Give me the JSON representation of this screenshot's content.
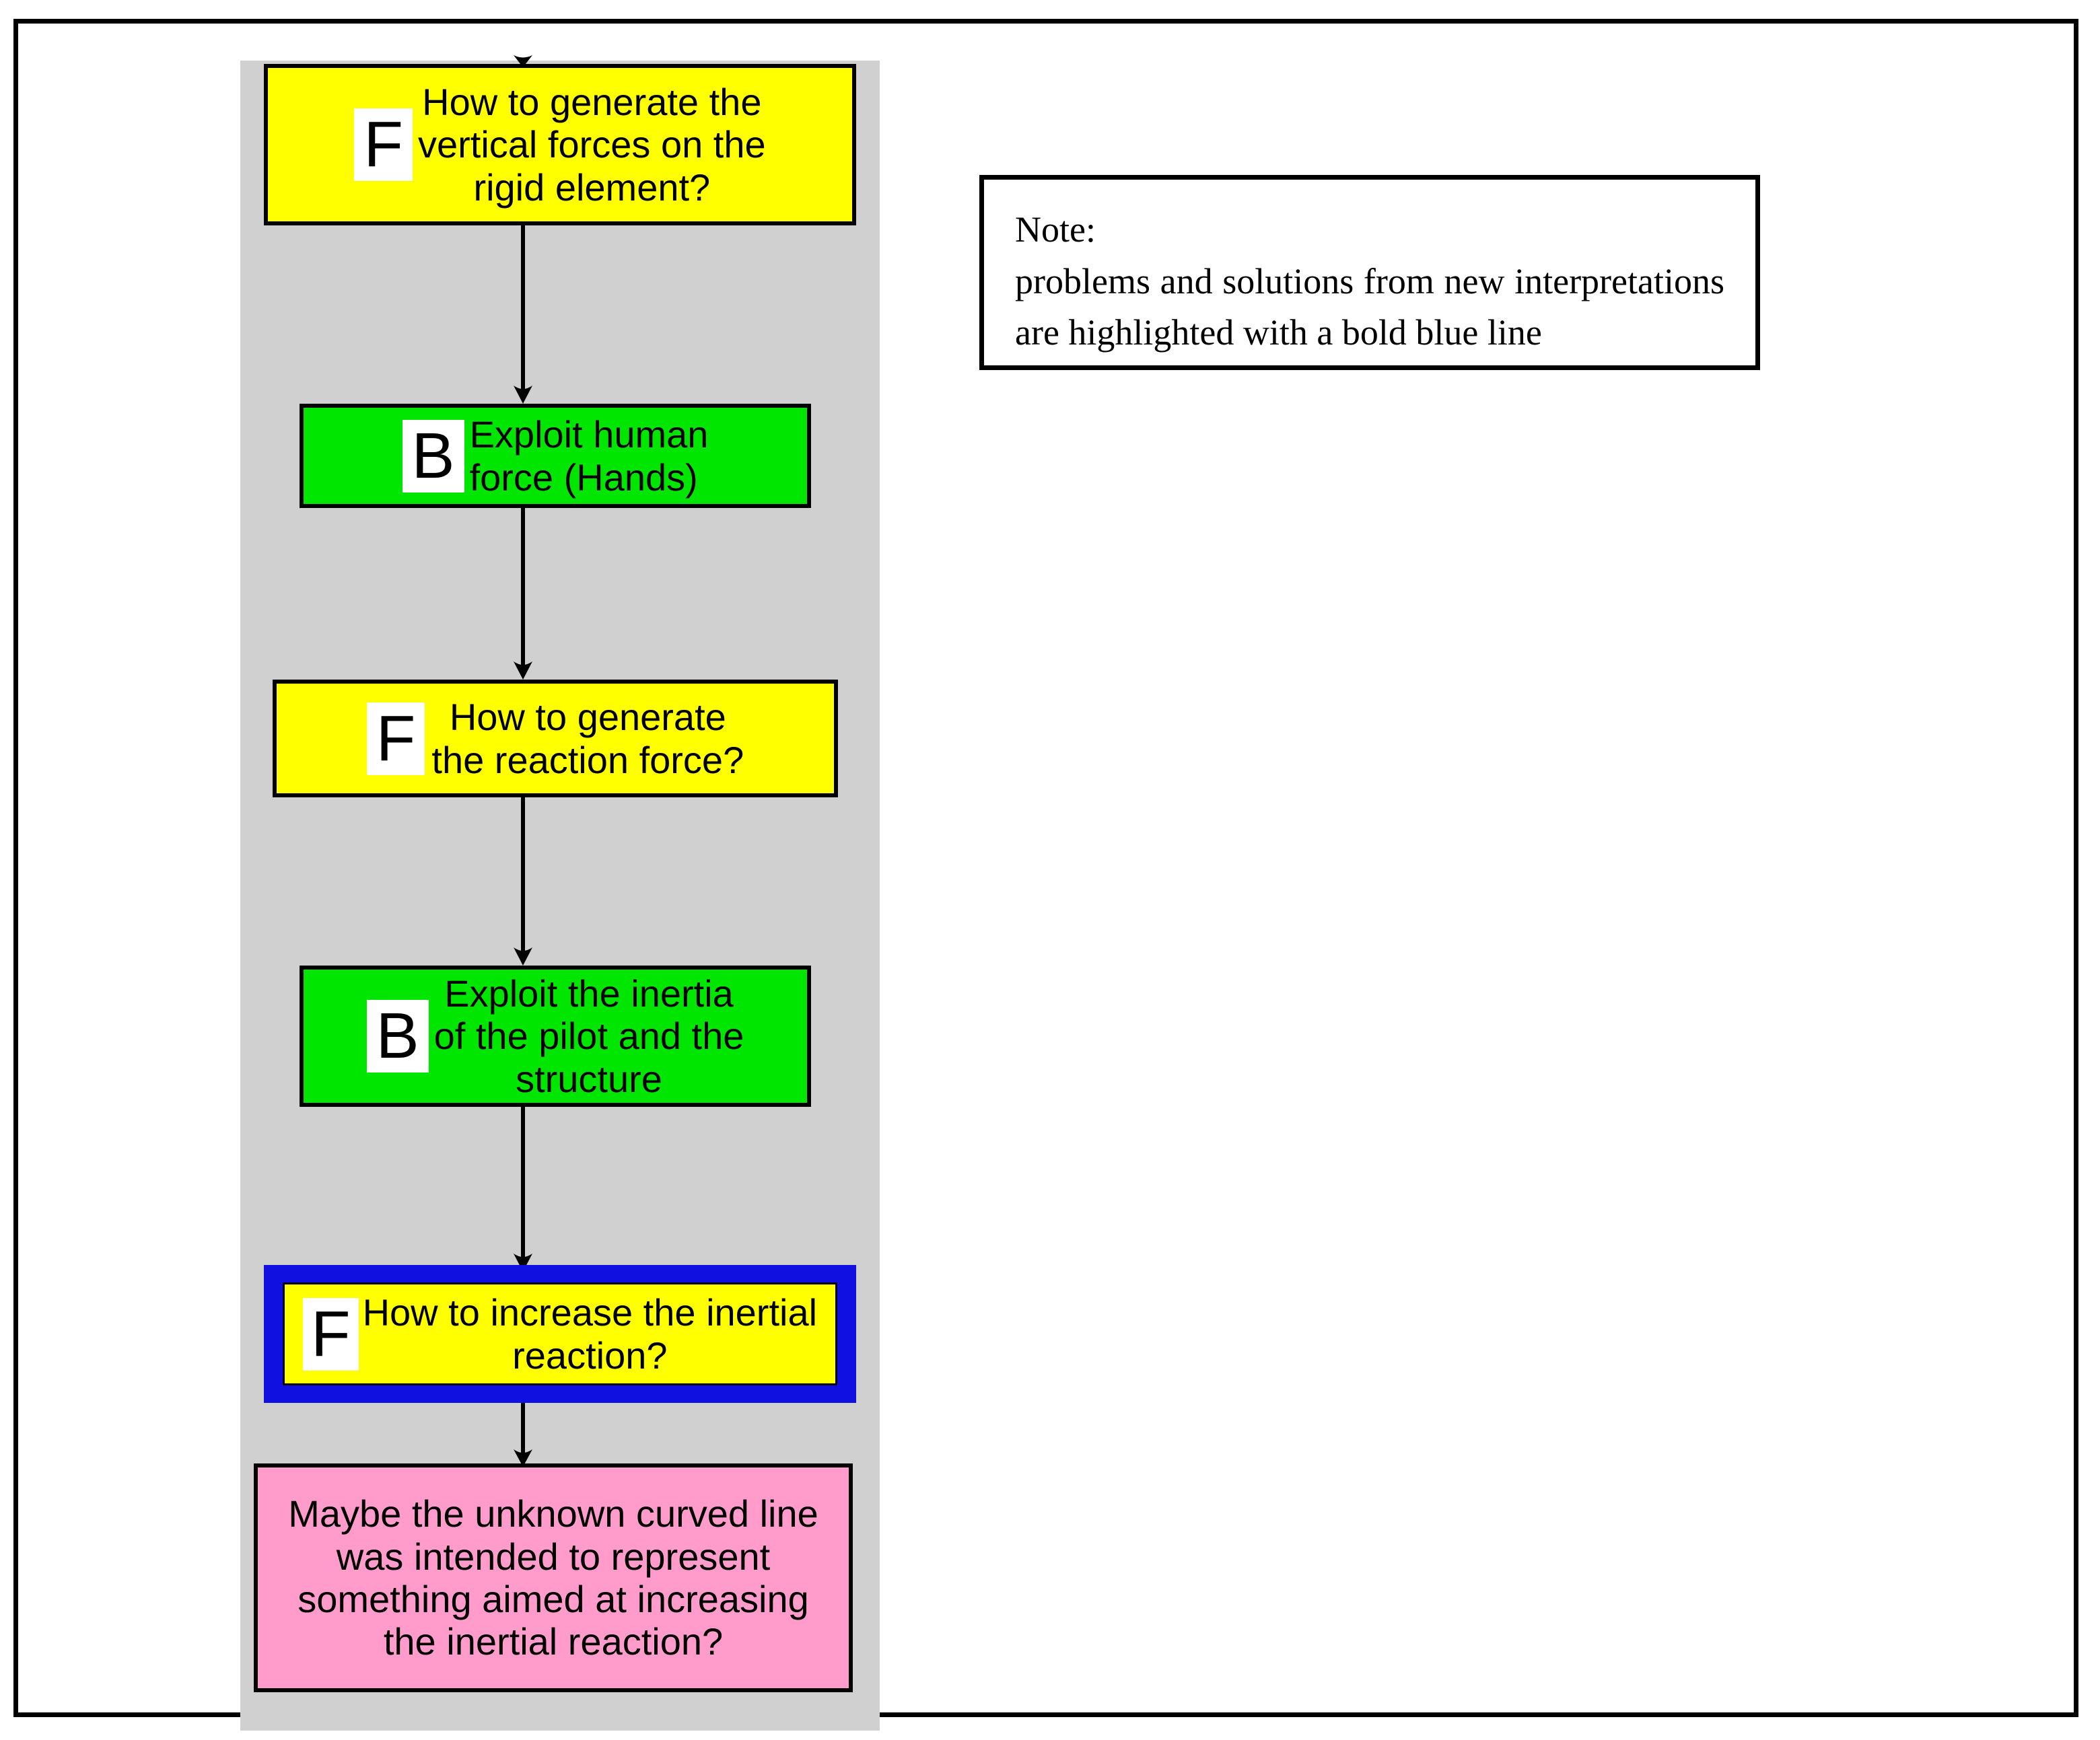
{
  "diagram": {
    "panel_bg": "#d0d0d0",
    "highlight_color": "#0000ff",
    "nodes": [
      {
        "id": "generate-vertical-forces",
        "badge": "F",
        "type": "function",
        "color": "#ffff00",
        "highlighted": false,
        "text": "How to generate the\nvertical forces on the\nrigid element?"
      },
      {
        "id": "exploit-human-force",
        "badge": "B",
        "type": "behaviour",
        "color": "#00e600",
        "highlighted": false,
        "text": "Exploit human\nforce  (Hands)"
      },
      {
        "id": "generate-reaction-force",
        "badge": "F",
        "type": "function",
        "color": "#ffff00",
        "highlighted": false,
        "text": "How to generate\nthe reaction force?"
      },
      {
        "id": "exploit-inertia",
        "badge": "B",
        "type": "behaviour",
        "color": "#00e600",
        "highlighted": false,
        "text": "Exploit the inertia\nof the pilot and the\nstructure"
      },
      {
        "id": "increase-inertial-reaction",
        "badge": "F",
        "type": "function",
        "color": "#ffff00",
        "highlighted": true,
        "text": "How to increase the inertial\nreaction?"
      },
      {
        "id": "unknown-curved-line",
        "badge": "",
        "type": "statement",
        "color": "#ff9ccb",
        "highlighted": false,
        "text": "Maybe the unknown curved line\nwas intended to represent\nsomething aimed at increasing\nthe inertial reaction?"
      }
    ]
  },
  "note": {
    "heading": "Note:",
    "body": "problems and solutions from new interpretations are highlighted with a bold blue line"
  }
}
